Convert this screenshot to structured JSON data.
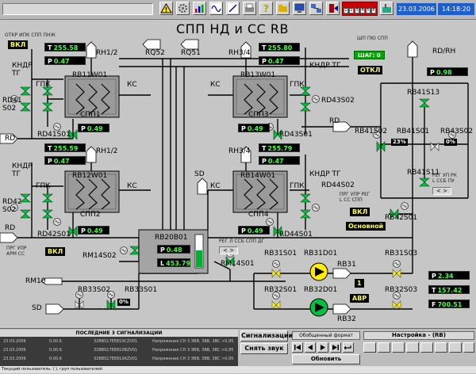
{
  "header": {
    "search_box": "",
    "date": "23.03.2006",
    "time": "14:18:20",
    "toolbar_icons": [
      "warning-icon",
      "settings-icon",
      "chart-icon",
      "waveform-icon",
      "pen-icon",
      "printer-icon",
      "help-icon",
      "folder-icon",
      "monitor-icon",
      "network-icon",
      "exit-icon"
    ],
    "nav_cells": [
      "1",
      "2",
      "3",
      "4",
      "5",
      "6"
    ]
  },
  "main": {
    "title": "СПП НД и СС   RB",
    "top_left_label": "ОТКР ИПК СПП ПНЖ",
    "vkl_top": "ВКЛ",
    "shu_label": "ШП ПЮ СПП",
    "shag": "ШАГ: 0",
    "otkl": "ОТКЛ",
    "rd_rh_label": "RD/RH",
    "rd_rh_p": "0.98",
    "prg_top": "ПРГ УПР РЕГ\nL  СС  СПП",
    "vkl_mid": "ВКЛ",
    "osnovnoy": "Основной",
    "prg_bottom": "ПРГ УПР\nАРМ  СС",
    "vkl_bottom": "ВКЛ",
    "reg_mid_label": "РЕГ Л ССБ СПП ДГ",
    "reg_right_label": "РЕГ УП РК\nL  ССБ ПУ",
    "spin_label": "< >",
    "units": [
      {
        "name": "RB11W01",
        "spp": "СПП1",
        "T": "255.58",
        "P": "0.47",
        "Pout": "0.49",
        "rh": "RH1/2"
      },
      {
        "name": "RB13W01",
        "spp": "СПП3",
        "T": "255.80",
        "P": "0.47",
        "Pout": "0.49",
        "rh": "RH3/4"
      },
      {
        "name": "RB12W01",
        "spp": "СПП2",
        "T": "255.59",
        "P": "0.47",
        "Pout": "0.49",
        "rh": "RH1/2"
      },
      {
        "name": "RB14W01",
        "spp": "СПП4",
        "T": "255.79",
        "P": "0.47",
        "Pout": "0.49",
        "rh": "RH3/4"
      }
    ],
    "rq52": "RQ52",
    "rq51": "RQ51",
    "sd_top": "SD",
    "kndr": "КНДР\nТГ",
    "gpk": "ГПК",
    "ks": "КС",
    "rd": "RD",
    "valves": {
      "rd41s02": "RD41\nS02",
      "rd41s01": "RD41S01",
      "rd43s02": "RD43S02",
      "rd43s01": "RD43S01",
      "rd42s02": "RD42\nS02",
      "rd42s01": "RD42S01",
      "rd44s02": "RD44S02",
      "rd44s01": "RD44S01",
      "rb41s13": "RB41S13",
      "rb41s02": "RB41S02",
      "rb41s01": "RB41S01",
      "rb43s02": "RB43S02",
      "rb41s11": "RB41S11",
      "rb42s01": "RB42S01",
      "rm14s02": "RM14S02",
      "rm14s01": "RM14S01",
      "rb31s03": "RB31S03",
      "rb31s01": "RB31S01",
      "rb31d01": "RB31D01",
      "rb31": "RB31",
      "rb32s01": "RB32S01",
      "rb32d01": "RB32D01",
      "rb32s03": "RB32S03",
      "rb32": "RB32",
      "rb33s02": "RB33S02",
      "rb33s01": "RB33S01",
      "rm10": "RM10",
      "sd_bottom": "SD"
    },
    "rb41s01_pct": "23%",
    "rb43s02_pct": "0%",
    "rb33s02_pct": "0%",
    "rb20": {
      "name": "RB20B01",
      "P": "0.48",
      "L": "453.79"
    },
    "pump_num": "1",
    "avr": "АВР",
    "rb31_P": "2.34",
    "rb31_T": "157.42",
    "rb31_F": "700.51"
  },
  "alarms": {
    "title": "ПОСЛЕДНИЕ 3 СИГНАЛИЗАЦИИ",
    "rows": [
      {
        "date": "23.03.2006",
        "t": "0.00.6",
        "code": "32BBS17EE810CZV01",
        "msg": "Напряжение СН 3 ЭВВ, 3ВВ, 3ВС >0,95"
      },
      {
        "date": "23.03.2006",
        "t": "0.00.6",
        "code": "32BBS17EE810BZV01",
        "msg": "Напряжение СН 3 ЭВВ, 3ВВ, 3ВС >0,95"
      },
      {
        "date": "23.03.2006",
        "t": "0.00.6",
        "code": "32BBS17EE810AZV01",
        "msg": "Напряжение СН 3 ЭВВ, 3ВВ, 3ВС >0,95"
      }
    ],
    "status": "Текущий пользователь:  (   ),  груп пользователей:"
  },
  "controls": {
    "signal_btn": "Сигнализации",
    "mute_btn": "Снять звук",
    "format_label": "Обобщенный формат",
    "settings_label": "Настройка - (RB)",
    "refresh_btn": "Обновить"
  },
  "colors": {
    "valve_green": "#00cc44",
    "valve_yellow": "#ffee00",
    "pipe": "#000000",
    "display_bg": "#000000",
    "display_fg": "#44ff44"
  }
}
